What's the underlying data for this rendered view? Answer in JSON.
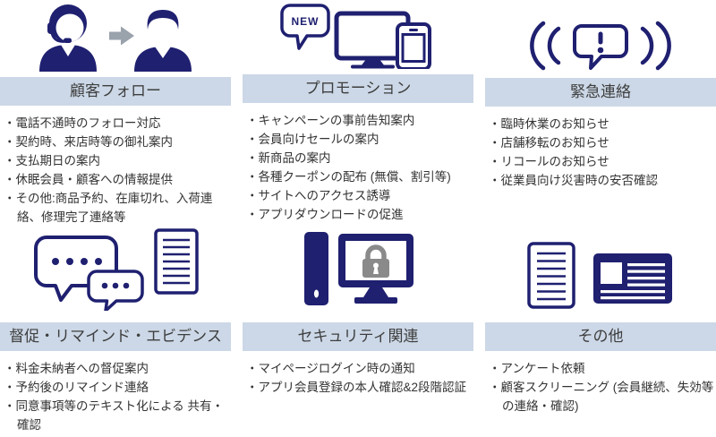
{
  "palette": {
    "navy": "#1f2070",
    "header_bg": "#ccd8e7",
    "header_text": "#3e3e3e",
    "body_text": "#333333",
    "arrow_gray": "#9aa2ac",
    "lock_gray": "#8a8a8a"
  },
  "icons": {
    "new_label": "NEW"
  },
  "sections": [
    {
      "title": "顧客フォロー",
      "items": [
        "電話不通時のフォロー対応",
        "契約時、来店時等の御礼案内",
        "支払期日の案内",
        "休眠会員・顧客への情報提供",
        "その他:商品予約、在庫切れ、入荷連絡、修理完了連絡等"
      ]
    },
    {
      "title": "プロモーション",
      "items": [
        "キャンペーンの事前告知案内",
        "会員向けセールの案内",
        "新商品の案内",
        "各種クーポンの配布 (無償、割引等)",
        "サイトへのアクセス誘導",
        "アプリダウンロードの促進"
      ]
    },
    {
      "title": "緊急連絡",
      "items": [
        "臨時休業のお知らせ",
        "店舗移転のお知らせ",
        "リコールのお知らせ",
        "従業員向け災害時の安否確認"
      ]
    },
    {
      "title": "督促・リマインド・エビデンス",
      "items": [
        "料金未納者への督促案内",
        "予約後のリマインド連絡",
        "同意事項等のテキスト化による 共有・確認"
      ]
    },
    {
      "title": "セキュリティ関連",
      "items": [
        "マイページログイン時の通知",
        "アプリ会員登録の本人確認&2段階認証"
      ]
    },
    {
      "title": "その他",
      "items": [
        "アンケート依頼",
        "顧客スクリーニング (会員継続、失効等の連絡・確認)"
      ]
    }
  ]
}
